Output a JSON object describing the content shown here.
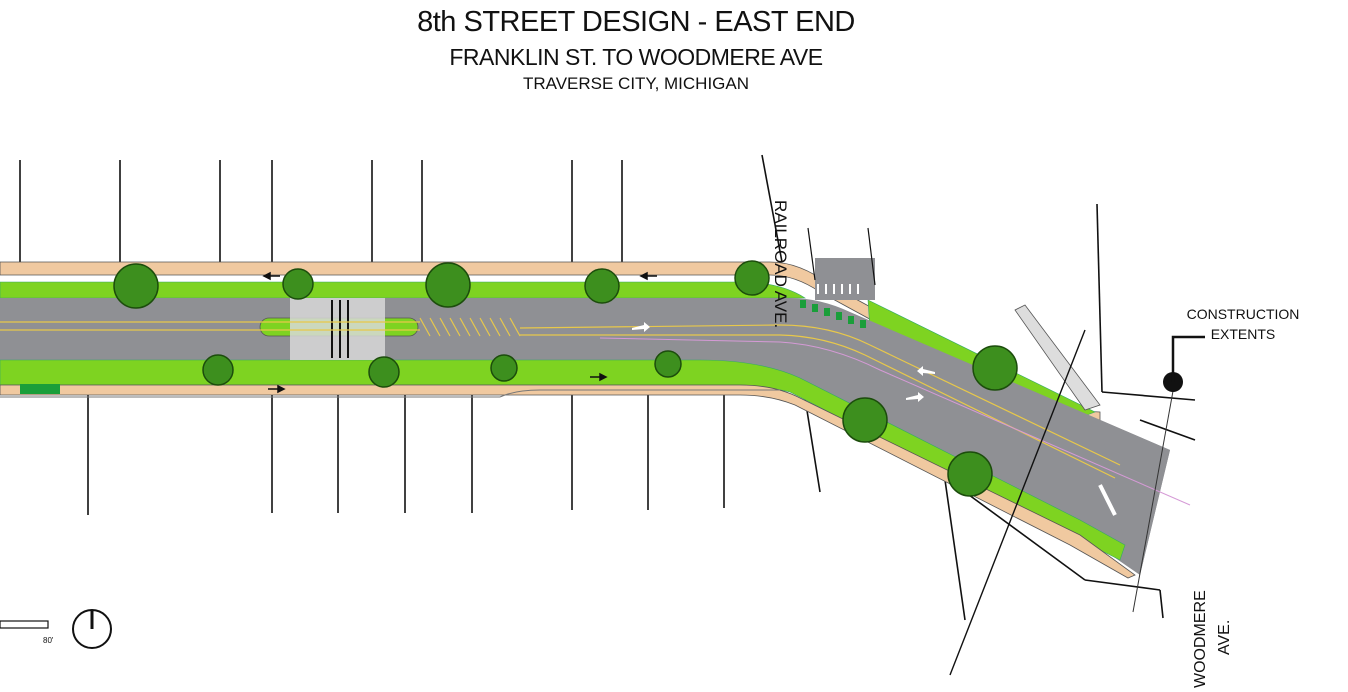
{
  "title": {
    "line1": "8th STREET DESIGN - EAST END",
    "line2": "FRANKLIN ST. TO WOODMERE AVE",
    "line3": "TRAVERSE CITY, MICHIGAN"
  },
  "labels": {
    "railroad": "RAILROAD AVE.",
    "woodmere_1": "WOODMERE",
    "woodmere_2": "AVE.",
    "construction_1": "CONSTRUCTION",
    "construction_2": "EXTENTS",
    "scale": "80'"
  },
  "colors": {
    "pavement": "#8f9094",
    "median_green": "#7ed321",
    "sidewalk_tan": "#f0c9a0",
    "tree": "#3d8f1e",
    "lane_yellow": "#e8c84a",
    "line": "#111111"
  },
  "icons": [
    "north-arrow-icon",
    "tree-icon",
    "bike-lane-arrow-icon",
    "turn-arrow-icon",
    "construction-marker-icon"
  ]
}
